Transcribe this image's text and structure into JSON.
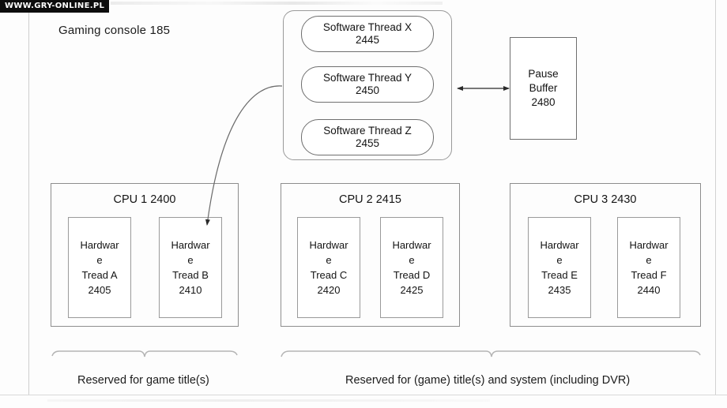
{
  "watermark": {
    "text": "WWW.GRY-ONLINE.PL"
  },
  "diagram": {
    "console": {
      "title": "Gaming console 185"
    },
    "software_threads": {
      "container_name": "software-thread-group",
      "items": [
        {
          "name": "Software Thread X",
          "ref": "2445"
        },
        {
          "name": "Software Thread Y",
          "ref": "2450"
        },
        {
          "name": "Software Thread Z",
          "ref": "2455"
        }
      ]
    },
    "pause_buffer": {
      "line1": "Pause",
      "line2": "Buffer",
      "ref": "2480"
    },
    "cpus": [
      {
        "title": "CPU 1 2400",
        "threads": [
          {
            "l1": "Hardwar",
            "l2": "e",
            "l3": "Tread A",
            "ref": "2405"
          },
          {
            "l1": "Hardwar",
            "l2": "e",
            "l3": "Tread B",
            "ref": "2410"
          }
        ]
      },
      {
        "title": "CPU 2 2415",
        "threads": [
          {
            "l1": "Hardwar",
            "l2": "e",
            "l3": "Tread C",
            "ref": "2420"
          },
          {
            "l1": "Hardwar",
            "l2": "e",
            "l3": "Tread D",
            "ref": "2425"
          }
        ]
      },
      {
        "title": "CPU 3 2430",
        "threads": [
          {
            "l1": "Hardwar",
            "l2": "e",
            "l3": "Tread E",
            "ref": "2435"
          },
          {
            "l1": "Hardwar",
            "l2": "e",
            "l3": "Tread F",
            "ref": "2440"
          }
        ]
      }
    ],
    "captions": {
      "left": "Reserved for game title(s)",
      "right": "Reserved for (game) title(s) and system (including DVR)"
    },
    "colors": {
      "ink": "#1a1a1a",
      "line": "#8d8d8d",
      "paper": "#fdfdfd",
      "watermark_bg": "#0d0d0d"
    }
  }
}
